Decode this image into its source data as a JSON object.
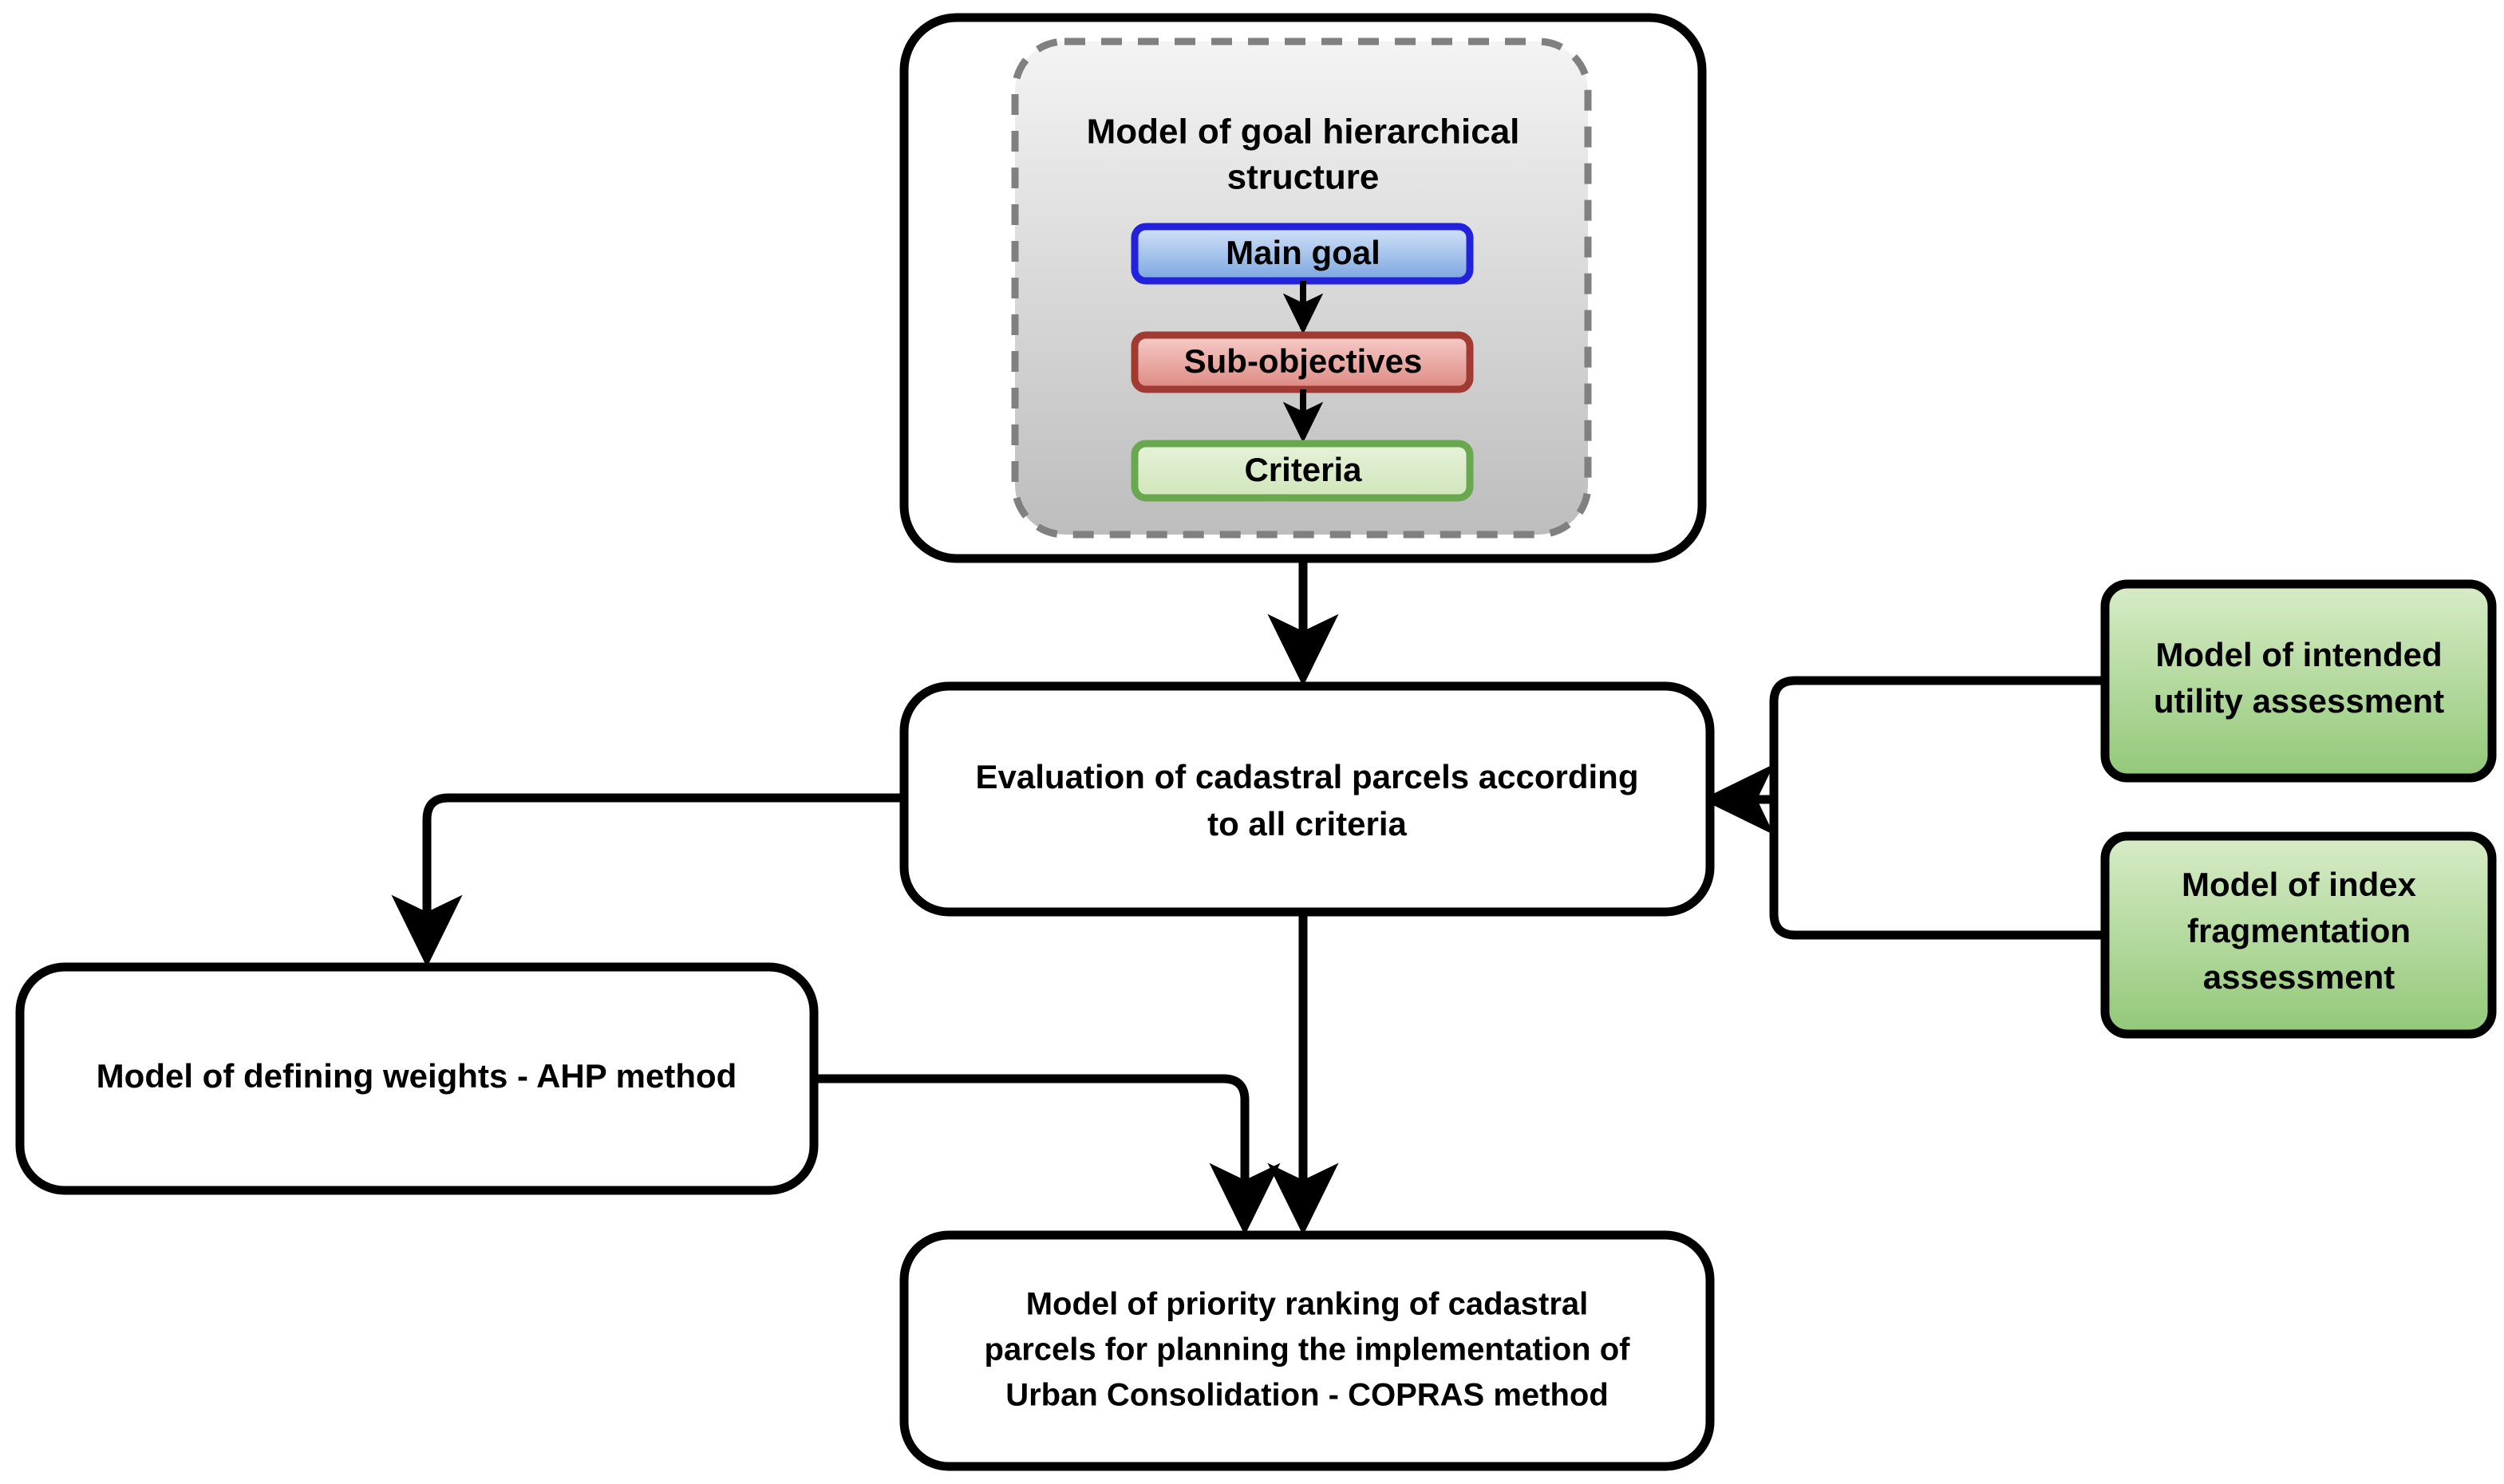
{
  "diagram": {
    "type": "flowchart",
    "background_color": "#ffffff",
    "line_color": "#000000",
    "nodes": {
      "goal_container": {
        "title": "Model of goal hierarchical structure",
        "fill": "#ffffff",
        "border_color": "#000000"
      },
      "goal_inner": {
        "fill_top": "#f2f2f2",
        "fill_bottom": "#bfbfbf",
        "border_color": "#808080",
        "border_style": "dashed"
      },
      "main_goal": {
        "label": "Main goal",
        "fill_top": "#cfe0f7",
        "fill_bottom": "#7ba7e0",
        "border_color": "#2222dd"
      },
      "sub_objectives": {
        "label": "Sub-objectives",
        "fill_top": "#f6c9c6",
        "fill_bottom": "#e08b85",
        "border_color": "#a13a33"
      },
      "criteria": {
        "label": "Criteria",
        "fill_top": "#e4f0d6",
        "fill_bottom": "#d2e7bd",
        "border_color": "#6aa84f"
      },
      "evaluation": {
        "line1": "Evaluation of cadastral parcels according",
        "line2": "to all criteria",
        "fill": "#ffffff",
        "border_color": "#000000"
      },
      "ahp": {
        "label": "Model of defining weights - AHP method",
        "fill": "#ffffff",
        "border_color": "#000000"
      },
      "copras": {
        "line1": "Model of priority ranking of cadastral",
        "line2": "parcels for planning the implementation of",
        "line3": "Urban Consolidation - COPRAS method",
        "fill": "#ffffff",
        "border_color": "#000000"
      },
      "intended_utility": {
        "line1": "Model of intended",
        "line2": "utility assessment",
        "fill_top": "#d6ebc4",
        "fill_bottom": "#93c97a",
        "border_color": "#000000"
      },
      "index_fragmentation": {
        "line1": "Model of index",
        "line2": "fragmentation",
        "line3": "assessment",
        "fill_top": "#d6ebc4",
        "fill_bottom": "#93c97a",
        "border_color": "#000000"
      }
    },
    "edges": [
      {
        "name": "main-goal-to-sub-objectives",
        "from": "main_goal",
        "to": "sub_objectives",
        "arrow": true
      },
      {
        "name": "sub-objectives-to-criteria",
        "from": "sub_objectives",
        "to": "criteria",
        "arrow": true
      },
      {
        "name": "goal-container-to-evaluation",
        "from": "goal_container",
        "to": "evaluation",
        "arrow": true
      },
      {
        "name": "evaluation-to-ahp",
        "from": "evaluation",
        "to": "ahp",
        "arrow": true
      },
      {
        "name": "evaluation-to-copras",
        "from": "evaluation",
        "to": "copras",
        "arrow": true
      },
      {
        "name": "ahp-to-copras",
        "from": "ahp",
        "to": "copras",
        "arrow": true
      },
      {
        "name": "intended-utility-to-evaluation",
        "from": "intended_utility",
        "to": "evaluation",
        "arrow": true
      },
      {
        "name": "index-fragmentation-to-evaluation",
        "from": "index_fragmentation",
        "to": "evaluation",
        "arrow": true
      }
    ]
  }
}
